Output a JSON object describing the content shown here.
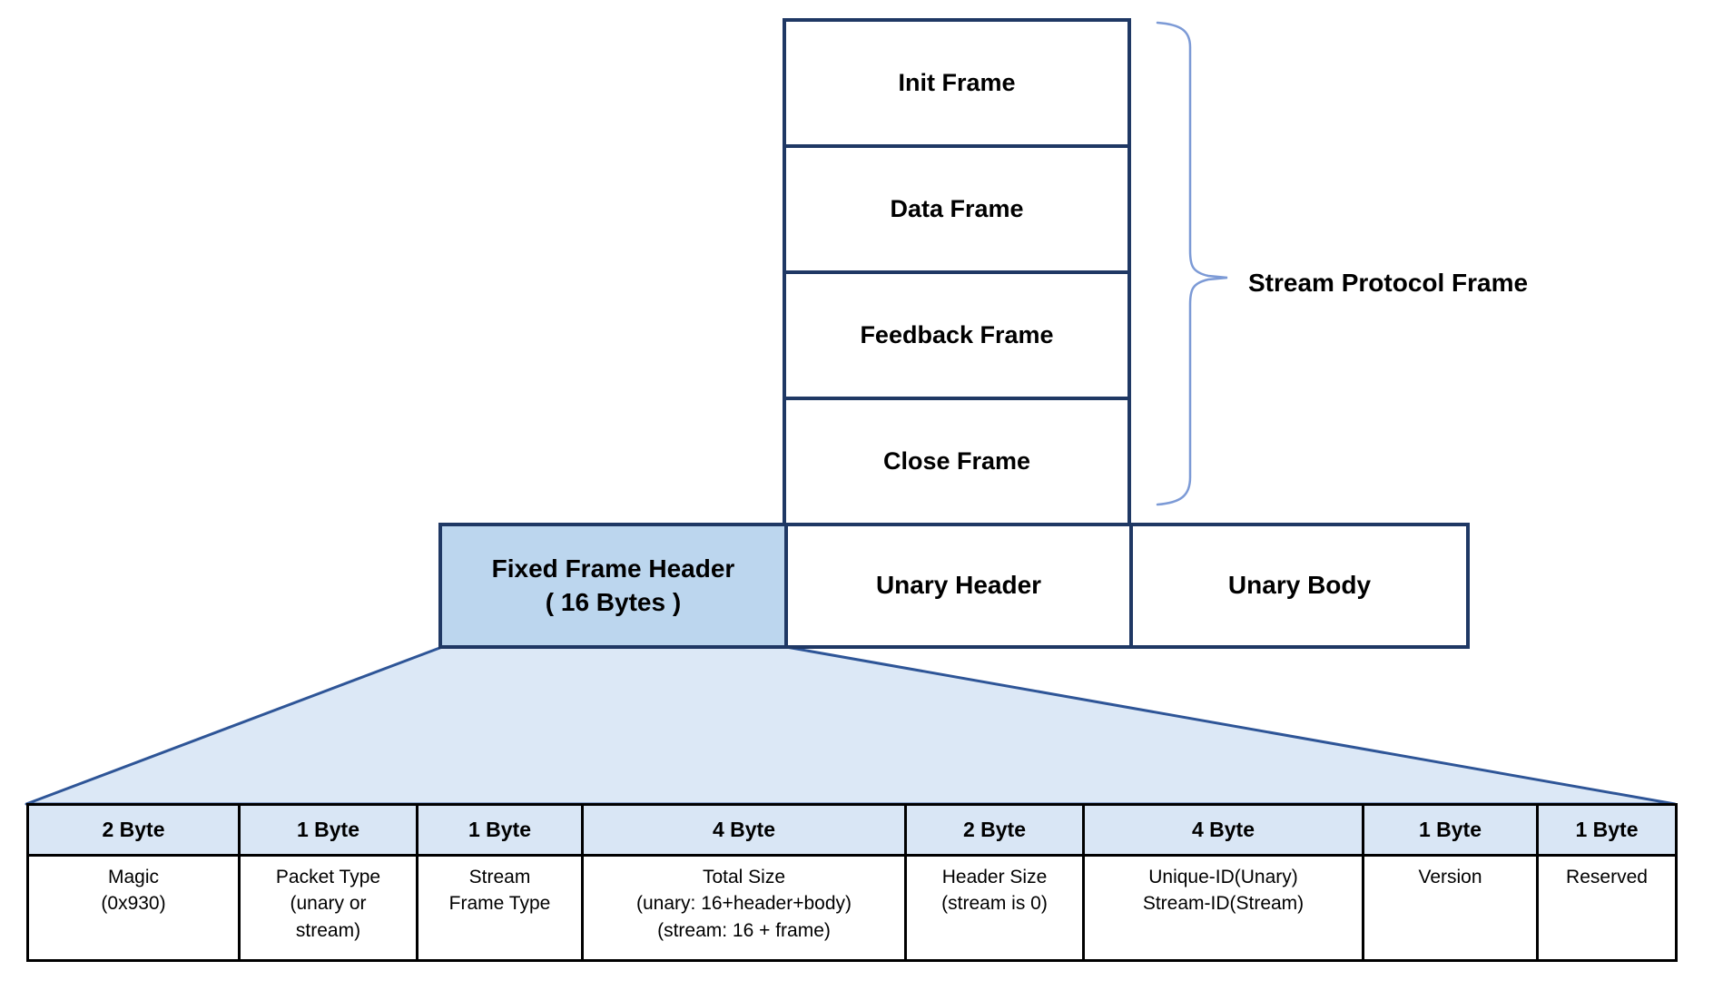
{
  "diagram": {
    "stack_frames": [
      "Init Frame",
      "Data Frame",
      "Feedback Frame",
      "Close Frame"
    ],
    "brace_label": "Stream Protocol Frame",
    "row": {
      "fixed_header_line1": "Fixed Frame Header",
      "fixed_header_line2": "( 16 Bytes )",
      "unary_header": "Unary Header",
      "unary_body": "Unary Body"
    },
    "byte_table": {
      "headers": [
        "2 Byte",
        "1 Byte",
        "1 Byte",
        "4 Byte",
        "2 Byte",
        "4 Byte",
        "1 Byte",
        "1 Byte"
      ],
      "fields": [
        "Magic\n(0x930)",
        "Packet Type\n(unary or\nstream)",
        "Stream\nFrame Type",
        "Total Size\n(unary: 16+header+body)\n(stream: 16 + frame)",
        "Header Size\n(stream is 0)",
        "Unique-ID(Unary)\nStream-ID(Stream)",
        "Version",
        "Reserved"
      ]
    },
    "colors": {
      "box_border": "#1f3864",
      "fixed_header_fill": "#bcd6ee",
      "funnel_fill": "#dce8f6",
      "funnel_border": "#2e5597",
      "table_header_fill": "#d9e6f5",
      "brace": "#7c9ad6"
    }
  }
}
